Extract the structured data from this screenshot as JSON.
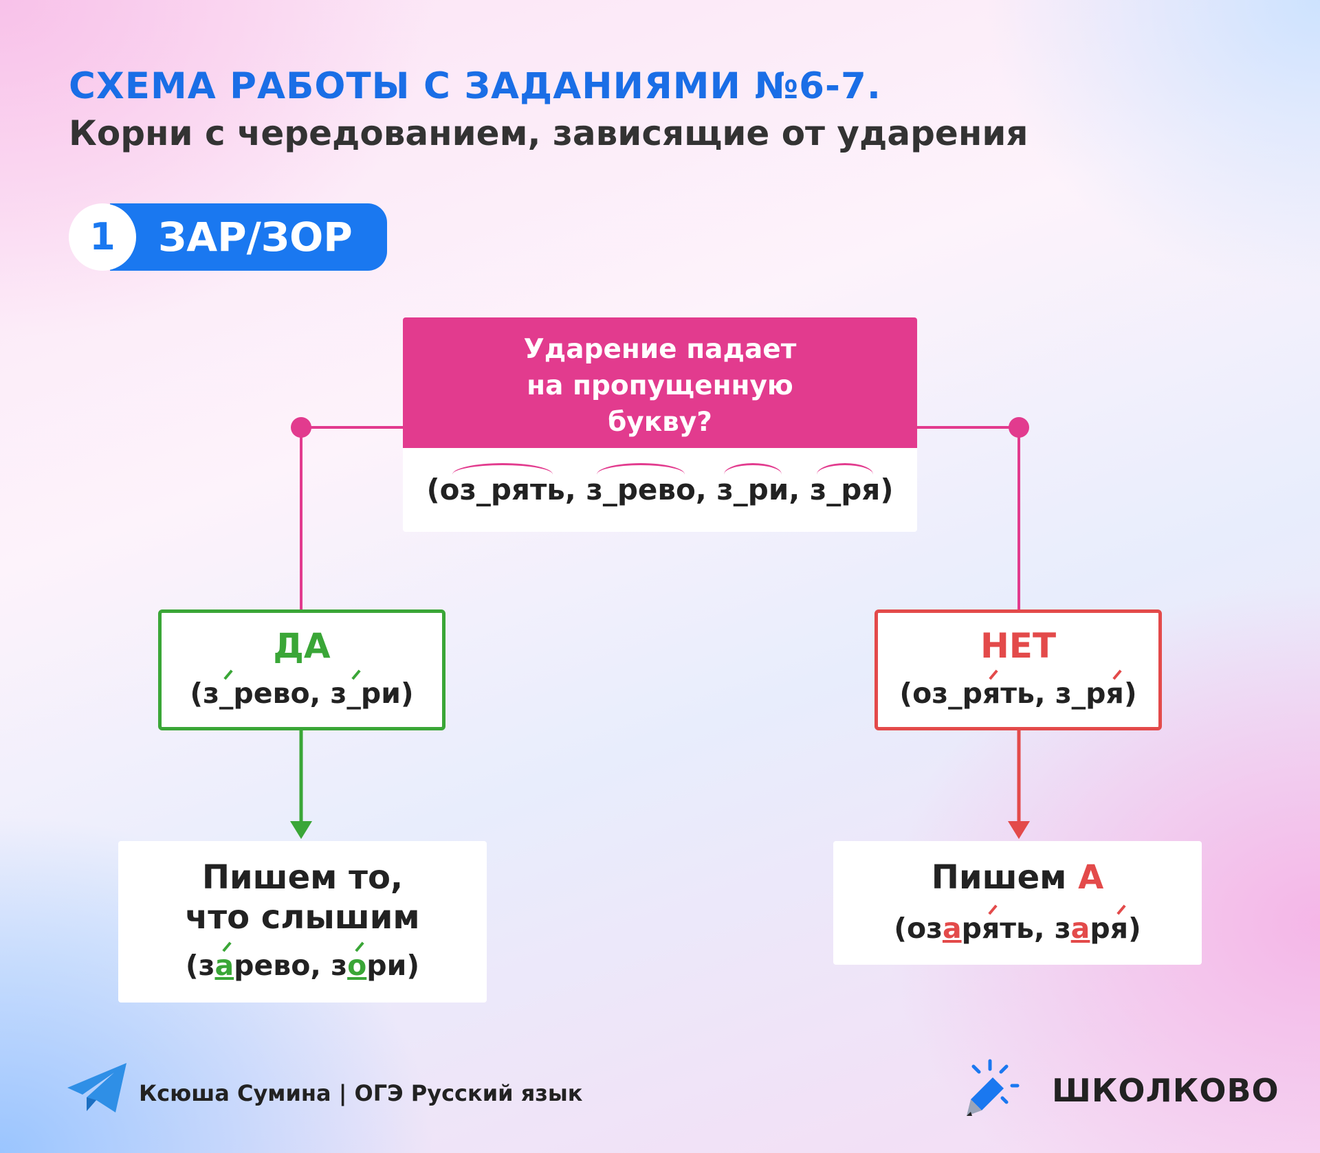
{
  "header": {
    "title": "СХЕМА РАБОТЫ С ЗАДАНИЯМИ №6-7.",
    "subtitle": "Корни с чередованием, зависящие от ударения"
  },
  "badge": {
    "number": "1",
    "label": "ЗАР/ЗОР"
  },
  "question": {
    "lines": [
      "Ударение падает",
      "на пропущенную",
      "букву?"
    ],
    "examples": {
      "open": "(",
      "w1": "оз_рять",
      "sep1": ", ",
      "w2": "з_рево",
      "sep2": ", ",
      "w3": "з_ри",
      "sep3": ", ",
      "w4": "з_ря",
      "close": ")"
    }
  },
  "yes_branch": {
    "label": "ДА",
    "examples": {
      "open": "(з",
      "a": "_",
      "mid": "рево, з",
      "b": "_",
      "close": "ри)"
    },
    "result": {
      "line1": "Пишем то,",
      "line2": "что слышим",
      "ex": {
        "p1": "(з",
        "v1": "а",
        "p2": "рево, з",
        "v2": "о",
        "p3": "ри)"
      }
    }
  },
  "no_branch": {
    "label": "НЕТ",
    "examples": {
      "open": "(оз_р",
      "a": "я",
      "mid": "ть, з_р",
      "b": "я",
      "close": ")"
    },
    "result": {
      "prefix": "Пишем ",
      "letter": "А",
      "ex": {
        "p1": "(оз",
        "v1": "а",
        "p2": "р",
        "s1": "я",
        "p3": "ть, з",
        "v2": "а",
        "p4": "р",
        "s2": "я",
        "p5": ")"
      }
    }
  },
  "footer": {
    "author": "Ксюша Сумина | ОГЭ Русский язык",
    "brand": "ШКОЛКОВО"
  },
  "colors": {
    "accent_blue": "#1a78f0",
    "question_pink": "#e23b8e",
    "yes_green": "#3aa637",
    "no_red": "#e34a4a"
  },
  "icons": [
    "telegram-icon",
    "shkolkovo-pencil-icon"
  ]
}
